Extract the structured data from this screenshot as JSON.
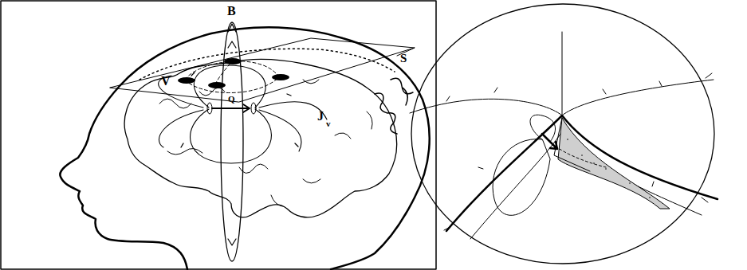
{
  "diagram": {
    "labels": [
      "B",
      "V",
      "S",
      "Q",
      "J",
      "v"
    ]
  }
}
